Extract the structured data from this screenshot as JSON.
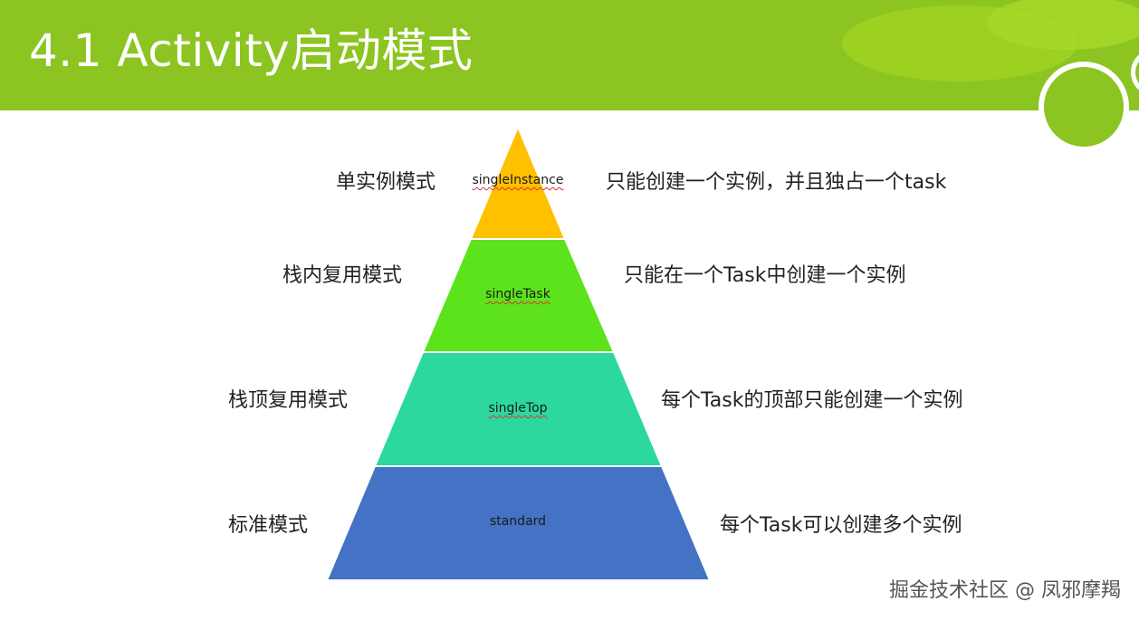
{
  "slide": {
    "title": "4.1 Activity启动模式"
  },
  "colors": {
    "header": "#8cc421",
    "layer_single_instance": "#ffc000",
    "layer_single_task": "#5ce31b",
    "layer_single_top": "#2dd89e",
    "layer_standard": "#4472c4"
  },
  "pyramid": {
    "layers": [
      {
        "mode": "singleInstance",
        "name": "单实例模式",
        "description": "只能创建一个实例，并且独占一个task"
      },
      {
        "mode": "singleTask",
        "name": "栈内复用模式",
        "description": "只能在一个Task中创建一个实例"
      },
      {
        "mode": "singleTop",
        "name": "栈顶复用模式",
        "description": "每个Task的顶部只能创建一个实例"
      },
      {
        "mode": "standard",
        "name": "标准模式",
        "description": "每个Task可以创建多个实例"
      }
    ]
  },
  "watermark": {
    "text": "掘金技术社区 @ 凤邪摩羯"
  }
}
